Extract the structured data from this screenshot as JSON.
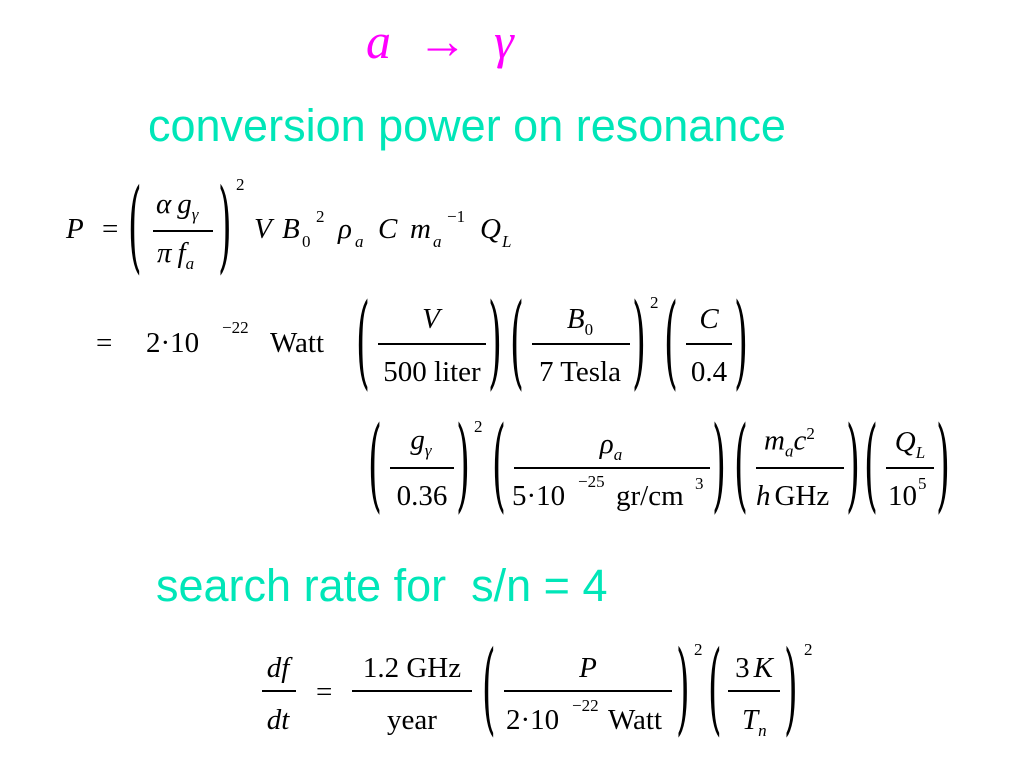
{
  "colors": {
    "title": "#ff00ff",
    "heading": "#00e6b8",
    "text": "#000000"
  },
  "title": {
    "left": "a",
    "arrow": "→",
    "right": "γ"
  },
  "heading1": "conversion power on resonance",
  "heading2": "search rate for  s/n = 4",
  "eq1": {
    "lhs": "P",
    "equals": "=",
    "frac_num_alpha": "α",
    "frac_num_g": "g",
    "frac_num_sub": "γ",
    "frac_den_pi": "π",
    "frac_den_f": "f",
    "frac_den_sub": "a",
    "exp": "2",
    "V": "V",
    "B": "B",
    "B_sub": "0",
    "B_exp": "2",
    "rho": "ρ",
    "rho_sub": "a",
    "C": "C",
    "m": "m",
    "m_sub": "a",
    "m_exp": "−1",
    "Q": "Q",
    "Q_sub": "L"
  },
  "eq2": {
    "equals": "=",
    "coef": "2·10",
    "coef_exp": "−22",
    "unit": "Watt",
    "f1_num": "V",
    "f1_den": "500 liter",
    "f2_num": "B",
    "f2_num_sub": "0",
    "f2_den": "7 Tesla",
    "f2_exp": "2",
    "f3_num": "C",
    "f3_den": "0.4"
  },
  "eq3": {
    "f1_num": "g",
    "f1_num_sub": "γ",
    "f1_den": "0.36",
    "f1_exp": "2",
    "f2_num": "ρ",
    "f2_num_sub": "a",
    "f2_den_coef": "5·10",
    "f2_den_exp": "−25",
    "f2_den_unit": "gr/cm",
    "f2_den_unit_exp": "3",
    "f3_num_m": "m",
    "f3_num_sub": "a",
    "f3_num_c": "c",
    "f3_num_exp": "2",
    "f3_den_h": "h",
    "f3_den_unit": "GHz",
    "f4_num": "Q",
    "f4_num_sub": "L",
    "f4_den": "10",
    "f4_den_exp": "5"
  },
  "eq4": {
    "lhs_num": "df",
    "lhs_den": "dt",
    "equals": "=",
    "f1_num": "1.2 GHz",
    "f1_den": "year",
    "f2_num": "P",
    "f2_den_coef": "2·10",
    "f2_den_exp": "−22",
    "f2_den_unit": "Watt",
    "f2_exp": "2",
    "f3_num": "3",
    "f3_num_K": "K",
    "f3_den": "T",
    "f3_den_sub": "n",
    "f3_exp": "2"
  }
}
